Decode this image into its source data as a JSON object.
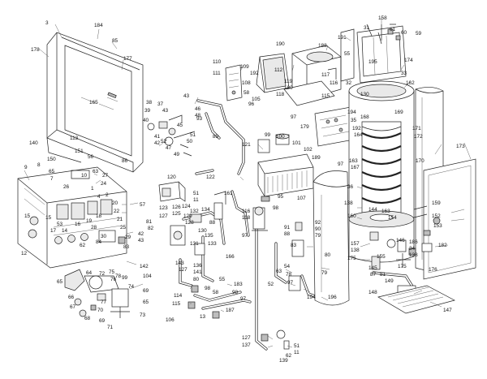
{
  "labels": [
    {
      "id": "l3",
      "t": "3"
    },
    {
      "id": "l184",
      "t": "184"
    },
    {
      "id": "l85",
      "t": "85"
    },
    {
      "id": "l178",
      "t": "178"
    },
    {
      "id": "l177",
      "t": "177"
    },
    {
      "id": "l165",
      "t": "165"
    },
    {
      "id": "l113",
      "t": "113"
    },
    {
      "id": "l140",
      "t": "140"
    },
    {
      "id": "l150",
      "t": "150"
    },
    {
      "id": "l151",
      "t": "151"
    },
    {
      "id": "l56",
      "t": "56"
    },
    {
      "id": "l86",
      "t": "86"
    },
    {
      "id": "l9",
      "t": "9"
    },
    {
      "id": "l8",
      "t": "8"
    },
    {
      "id": "l65a",
      "t": "65"
    },
    {
      "id": "l7",
      "t": "7"
    },
    {
      "id": "l10",
      "t": "10"
    },
    {
      "id": "l63",
      "t": "63"
    },
    {
      "id": "l27",
      "t": "27"
    },
    {
      "id": "l24",
      "t": "24"
    },
    {
      "id": "l26",
      "t": "26"
    },
    {
      "id": "l1",
      "t": "1"
    },
    {
      "id": "l4",
      "t": "4"
    },
    {
      "id": "l2",
      "t": "2"
    },
    {
      "id": "l20",
      "t": "20"
    },
    {
      "id": "l22",
      "t": "22"
    },
    {
      "id": "l18",
      "t": "18"
    },
    {
      "id": "l21",
      "t": "21"
    },
    {
      "id": "l25",
      "t": "25"
    },
    {
      "id": "l15a",
      "t": "15"
    },
    {
      "id": "l15b",
      "t": "15"
    },
    {
      "id": "l53",
      "t": "53"
    },
    {
      "id": "l17",
      "t": "17"
    },
    {
      "id": "l14",
      "t": "14"
    },
    {
      "id": "l16",
      "t": "16"
    },
    {
      "id": "l19",
      "t": "19"
    },
    {
      "id": "l28",
      "t": "28"
    },
    {
      "id": "l84",
      "t": "84"
    },
    {
      "id": "l30",
      "t": "30"
    },
    {
      "id": "l62",
      "t": "62"
    },
    {
      "id": "l29",
      "t": "29"
    },
    {
      "id": "l12",
      "t": "12"
    },
    {
      "id": "l57",
      "t": "57"
    },
    {
      "id": "l42a",
      "t": "42"
    },
    {
      "id": "l43a",
      "t": "43"
    },
    {
      "id": "l83",
      "t": "83"
    },
    {
      "id": "l142",
      "t": "142"
    },
    {
      "id": "l64",
      "t": "64"
    },
    {
      "id": "l72",
      "t": "72"
    },
    {
      "id": "l75",
      "t": "75"
    },
    {
      "id": "l65b",
      "t": "65"
    },
    {
      "id": "l76",
      "t": "76"
    },
    {
      "id": "l78",
      "t": "78"
    },
    {
      "id": "l99",
      "t": "99"
    },
    {
      "id": "l104",
      "t": "104"
    },
    {
      "id": "l74",
      "t": "74"
    },
    {
      "id": "l69",
      "t": "69"
    },
    {
      "id": "l66",
      "t": "66"
    },
    {
      "id": "l67",
      "t": "67"
    },
    {
      "id": "l70",
      "t": "70"
    },
    {
      "id": "l77",
      "t": "77"
    },
    {
      "id": "l65c",
      "t": "65"
    },
    {
      "id": "l73",
      "t": "73"
    },
    {
      "id": "l68",
      "t": "68"
    },
    {
      "id": "l69b",
      "t": "69"
    },
    {
      "id": "l71",
      "t": "71"
    },
    {
      "id": "l106",
      "t": "106"
    },
    {
      "id": "l38",
      "t": "38"
    },
    {
      "id": "l39",
      "t": "39"
    },
    {
      "id": "l37",
      "t": "37"
    },
    {
      "id": "l43b",
      "t": "43"
    },
    {
      "id": "l46",
      "t": "46"
    },
    {
      "id": "l48",
      "t": "48"
    },
    {
      "id": "l40",
      "t": "40"
    },
    {
      "id": "l45",
      "t": "45"
    },
    {
      "id": "l41",
      "t": "41"
    },
    {
      "id": "l42b",
      "t": "42"
    },
    {
      "id": "l52",
      "t": "52"
    },
    {
      "id": "l50",
      "t": "50"
    },
    {
      "id": "l51a",
      "t": "51"
    },
    {
      "id": "l47",
      "t": "47"
    },
    {
      "id": "l49",
      "t": "49"
    },
    {
      "id": "l93",
      "t": "93"
    },
    {
      "id": "l89",
      "t": "89"
    },
    {
      "id": "l121",
      "t": "121"
    },
    {
      "id": "l122",
      "t": "122"
    },
    {
      "id": "l120",
      "t": "120"
    },
    {
      "id": "l123",
      "t": "123"
    },
    {
      "id": "l127a",
      "t": "127"
    },
    {
      "id": "l126",
      "t": "126"
    },
    {
      "id": "l125",
      "t": "125"
    },
    {
      "id": "l124",
      "t": "124"
    },
    {
      "id": "l129",
      "t": "129"
    },
    {
      "id": "l132",
      "t": "132"
    },
    {
      "id": "l134",
      "t": "134"
    },
    {
      "id": "l51b",
      "t": "51"
    },
    {
      "id": "l11",
      "t": "11"
    },
    {
      "id": "l81",
      "t": "81"
    },
    {
      "id": "l82",
      "t": "82"
    },
    {
      "id": "l128",
      "t": "128"
    },
    {
      "id": "l130",
      "t": "130"
    },
    {
      "id": "l135",
      "t": "135"
    },
    {
      "id": "l133",
      "t": "133"
    },
    {
      "id": "l131",
      "t": "131"
    },
    {
      "id": "l88",
      "t": "88"
    },
    {
      "id": "l161",
      "t": "161"
    },
    {
      "id": "l166",
      "t": "166"
    },
    {
      "id": "l143",
      "t": "143"
    },
    {
      "id": "l127b",
      "t": "127"
    },
    {
      "id": "l136",
      "t": "136"
    },
    {
      "id": "l141",
      "t": "141"
    },
    {
      "id": "l80",
      "t": "80"
    },
    {
      "id": "l114",
      "t": "114"
    },
    {
      "id": "l115",
      "t": "115"
    },
    {
      "id": "l98a",
      "t": "98"
    },
    {
      "id": "l58",
      "t": "58"
    },
    {
      "id": "l55",
      "t": "55"
    },
    {
      "id": "l183",
      "t": "183"
    },
    {
      "id": "l187",
      "t": "187"
    },
    {
      "id": "l13",
      "t": "13"
    },
    {
      "id": "l110",
      "t": "110"
    },
    {
      "id": "l109",
      "t": "109"
    },
    {
      "id": "l111",
      "t": "111"
    },
    {
      "id": "l108",
      "t": "108"
    },
    {
      "id": "l190",
      "t": "190"
    },
    {
      "id": "l112",
      "t": "112"
    },
    {
      "id": "l192",
      "t": "192"
    },
    {
      "id": "l58b",
      "t": "58"
    },
    {
      "id": "l105",
      "t": "105"
    },
    {
      "id": "l96",
      "t": "96"
    },
    {
      "id": "l119",
      "t": "119"
    },
    {
      "id": "l180",
      "t": "180"
    },
    {
      "id": "l118a",
      "t": "118"
    },
    {
      "id": "l117",
      "t": "117"
    },
    {
      "id": "l116",
      "t": "116"
    },
    {
      "id": "l115b",
      "t": "115"
    },
    {
      "id": "l97a",
      "t": "97"
    },
    {
      "id": "l188",
      "t": "188"
    },
    {
      "id": "l55b",
      "t": "55"
    },
    {
      "id": "l191",
      "t": "191"
    },
    {
      "id": "l31",
      "t": "31"
    },
    {
      "id": "l158",
      "t": "158"
    },
    {
      "id": "l61",
      "t": "61"
    },
    {
      "id": "l60",
      "t": "60"
    },
    {
      "id": "l59",
      "t": "59"
    },
    {
      "id": "l195",
      "t": "195"
    },
    {
      "id": "l174",
      "t": "174"
    },
    {
      "id": "l33",
      "t": "33"
    },
    {
      "id": "l162",
      "t": "162"
    },
    {
      "id": "l32",
      "t": "32"
    },
    {
      "id": "l130b",
      "t": "130"
    },
    {
      "id": "l169",
      "t": "169"
    },
    {
      "id": "l179",
      "t": "179"
    },
    {
      "id": "l194a",
      "t": "194"
    },
    {
      "id": "l168",
      "t": "168"
    },
    {
      "id": "l35",
      "t": "35"
    },
    {
      "id": "l192b",
      "t": "192"
    },
    {
      "id": "l164",
      "t": "164"
    },
    {
      "id": "l171",
      "t": "171"
    },
    {
      "id": "l172",
      "t": "172"
    },
    {
      "id": "l173",
      "t": "173"
    },
    {
      "id": "l99b",
      "t": "99"
    },
    {
      "id": "l100",
      "t": "100"
    },
    {
      "id": "l101",
      "t": "101"
    },
    {
      "id": "l102",
      "t": "102"
    },
    {
      "id": "l189",
      "t": "189"
    },
    {
      "id": "l97b",
      "t": "97"
    },
    {
      "id": "l163a",
      "t": "163"
    },
    {
      "id": "l167",
      "t": "167"
    },
    {
      "id": "l170",
      "t": "170"
    },
    {
      "id": "l107",
      "t": "107"
    },
    {
      "id": "l95",
      "t": "95"
    },
    {
      "id": "l36",
      "t": "36"
    },
    {
      "id": "l138a",
      "t": "138"
    },
    {
      "id": "l159",
      "t": "159"
    },
    {
      "id": "l144",
      "t": "144"
    },
    {
      "id": "l163b",
      "t": "163"
    },
    {
      "id": "l160",
      "t": "160"
    },
    {
      "id": "l154",
      "t": "154"
    },
    {
      "id": "l152",
      "t": "152"
    },
    {
      "id": "l153",
      "t": "153"
    },
    {
      "id": "l92",
      "t": "92"
    },
    {
      "id": "l90",
      "t": "90"
    },
    {
      "id": "l79a",
      "t": "79"
    },
    {
      "id": "l91",
      "t": "91"
    },
    {
      "id": "l88b",
      "t": "88"
    },
    {
      "id": "l116b",
      "t": "116"
    },
    {
      "id": "l118b",
      "t": "118"
    },
    {
      "id": "l98b",
      "t": "98"
    },
    {
      "id": "l97c",
      "t": "97"
    },
    {
      "id": "l83b",
      "t": "83"
    },
    {
      "id": "l157",
      "t": "157"
    },
    {
      "id": "l138b",
      "t": "138"
    },
    {
      "id": "l175a",
      "t": "175"
    },
    {
      "id": "l146",
      "t": "146"
    },
    {
      "id": "l186",
      "t": "186"
    },
    {
      "id": "l34",
      "t": "34"
    },
    {
      "id": "l182",
      "t": "182"
    },
    {
      "id": "l155",
      "t": "155"
    },
    {
      "id": "l175b",
      "t": "175"
    },
    {
      "id": "l145",
      "t": "145"
    },
    {
      "id": "l138c",
      "t": "138"
    },
    {
      "id": "l176",
      "t": "176"
    },
    {
      "id": "l87",
      "t": "87"
    },
    {
      "id": "l81b",
      "t": "81"
    },
    {
      "id": "l149",
      "t": "149"
    },
    {
      "id": "l148",
      "t": "148"
    },
    {
      "id": "l147",
      "t": "147"
    },
    {
      "id": "l63b",
      "t": "63"
    },
    {
      "id": "l54",
      "t": "54"
    },
    {
      "id": "l78b",
      "t": "78"
    },
    {
      "id": "l97d",
      "t": "97"
    },
    {
      "id": "l80b",
      "t": "80"
    },
    {
      "id": "l79b",
      "t": "79"
    },
    {
      "id": "l194b",
      "t": "194"
    },
    {
      "id": "l196",
      "t": "196"
    },
    {
      "id": "l52b",
      "t": "52"
    },
    {
      "id": "l127c",
      "t": "127"
    },
    {
      "id": "l137",
      "t": "137"
    },
    {
      "id": "l139",
      "t": "139"
    },
    {
      "id": "l62b",
      "t": "62"
    },
    {
      "id": "l51c",
      "t": "51"
    },
    {
      "id": "l11b",
      "t": "11"
    },
    {
      "id": "l98c",
      "t": "98"
    },
    {
      "id": "l97e",
      "t": "97"
    }
  ]
}
